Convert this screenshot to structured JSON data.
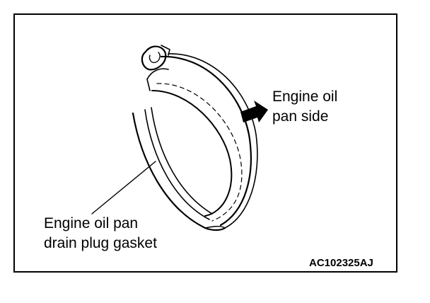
{
  "labels": {
    "direction_line1": "Engine oil",
    "direction_line2": "pan side",
    "gasket_line1": "Engine oil pan",
    "gasket_line2": "drain plug gasket"
  },
  "figure_code": "AC102325AJ",
  "colors": {
    "stroke": "#000000",
    "background": "#ffffff"
  },
  "icons": {
    "arrow": "right-arrow-icon"
  }
}
